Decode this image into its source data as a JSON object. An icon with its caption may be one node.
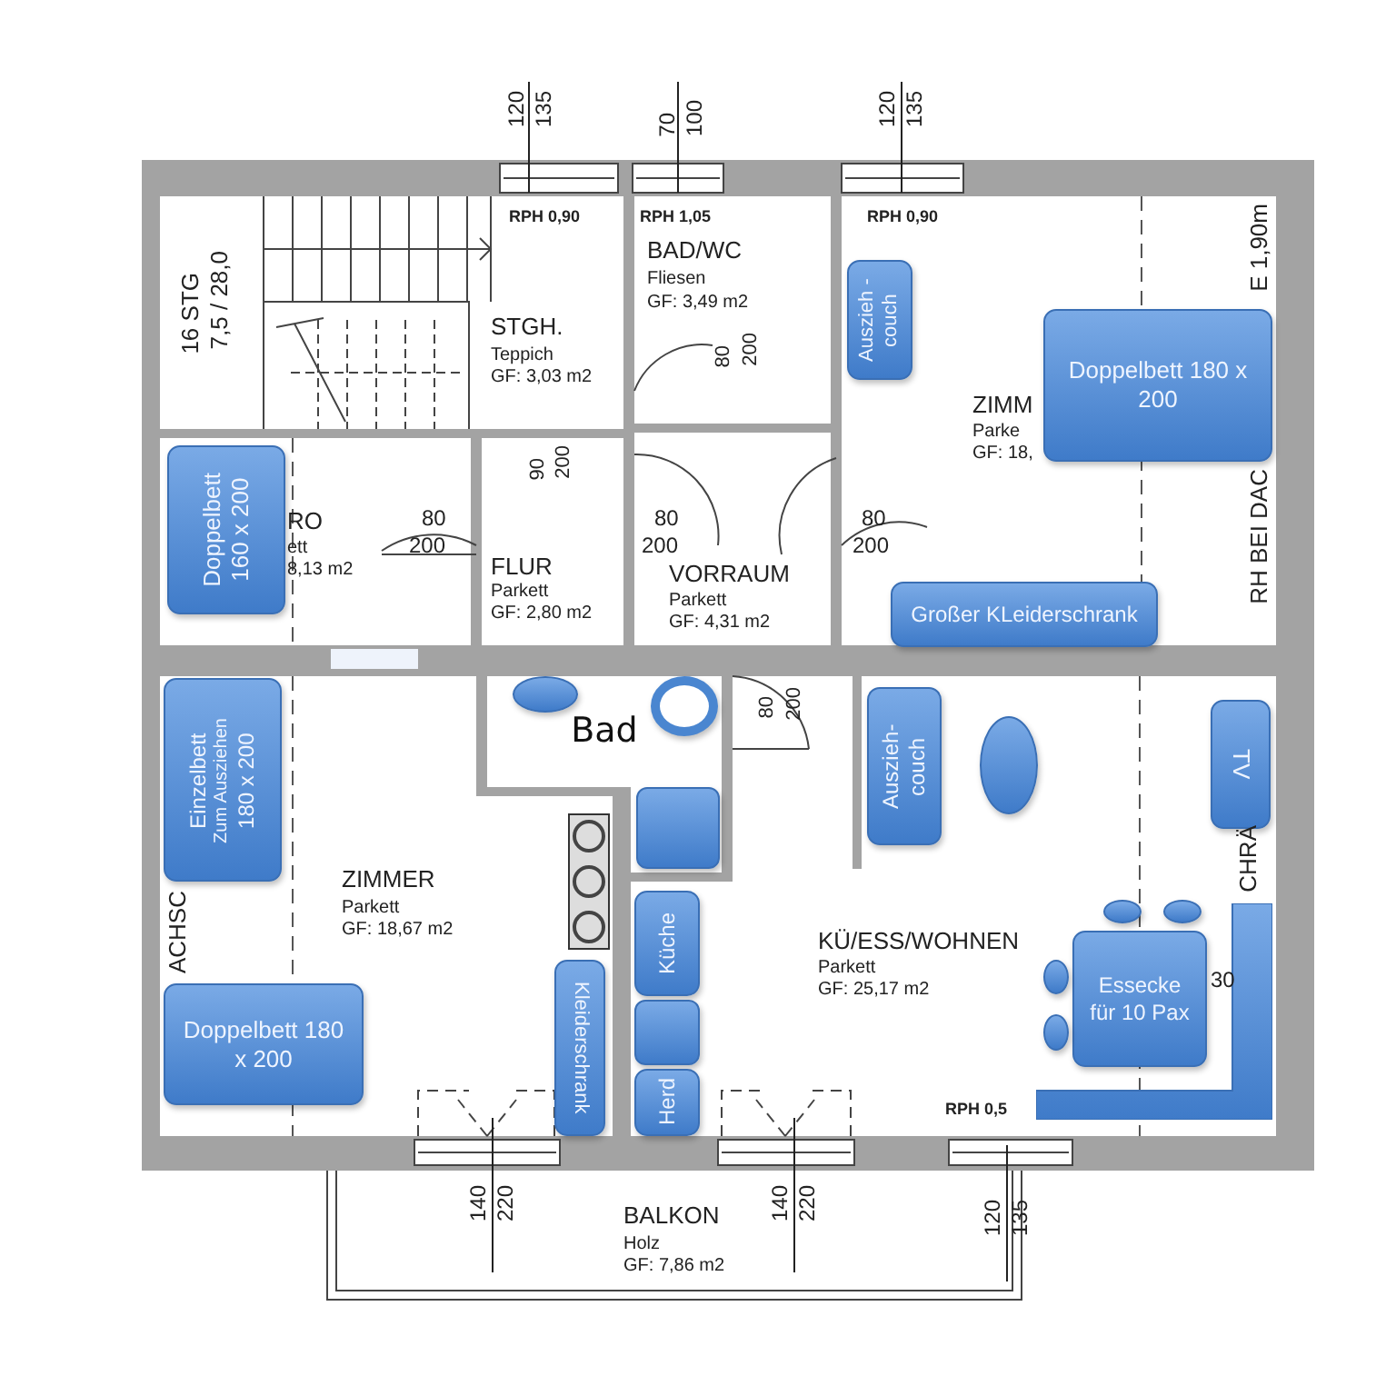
{
  "diagram": {
    "nodes": [
      {
        "text": [
          "Doppelbett",
          "160 x 200"
        ]
      },
      {
        "text": [
          "Auszieh -couch"
        ]
      },
      {
        "text": [
          "Doppelbett 180 x 200"
        ]
      },
      {
        "text": [
          "Großer KLeiderschrank"
        ]
      },
      {
        "text": [
          "Bad"
        ]
      },
      {
        "text": [],
        "shape": "circle",
        "in": 4
      },
      {
        "text": [],
        "shape": "circle",
        "in": 4
      },
      {
        "text": [
          "Einzelbett",
          "Zum Ausziehen",
          "180 x 200"
        ]
      },
      {
        "text": [
          "Auszieh- couch"
        ]
      },
      {
        "text": [],
        "shape": "circle"
      },
      {
        "text": [
          "TV"
        ]
      },
      {
        "text": [],
        "shape": "box"
      },
      {
        "text": [
          "Küche"
        ]
      },
      {
        "text": [],
        "shape": "circle"
      },
      {
        "text": [],
        "shape": "circle"
      },
      {
        "text": [
          "Essecke für 10 Pax"
        ]
      },
      {
        "text": [],
        "shape": "circle"
      },
      {
        "text": [],
        "shape": "circle"
      },
      {
        "text": [
          "Doppelbett 180 x 200"
        ]
      },
      {
        "text": [],
        "shape": "box"
      },
      {
        "text": [
          "Kleiderschrank"
        ]
      },
      {
        "text": [
          "Herd"
        ]
      },
      {
        "text": [],
        "shape": "box"
      }
    ],
    "labels": [
      "120",
      "135",
      "70",
      "100",
      "120",
      "135",
      "RPH 0,90",
      "RPH 1,05",
      "RPH 0,90",
      "E 1,90m",
      "16 STG",
      "7,5 / 28,0",
      "BAD/WC",
      "Fliesen",
      "GF: 3,49 m2",
      "STGH.",
      "Teppich",
      "GF: 3,03 m2",
      "80",
      "200",
      "ZIMM",
      "Parke",
      "GF: 18,",
      "90",
      "200",
      "RH BEI DAC",
      "RO",
      "ett",
      "8,13 m2",
      "80",
      "200",
      "80",
      "200",
      "80",
      "200",
      "FLUR",
      "Parkett",
      "GF: 2,80 m2",
      "VORRAUM",
      "Parkett",
      "GF: 4,31 m2",
      "80",
      "200",
      "CHRÄ",
      "ZIMMER",
      "Parkett",
      "GF: 18,67 m2",
      "ACHSC",
      "KÜ/ESS/WOHNEN",
      "Parkett",
      "GF: 25,17 m2",
      "30",
      "RPH 0,5",
      "140",
      "220",
      "140",
      "220",
      "120",
      "135",
      "BALKON",
      "Holz",
      "GF: 7,86 m2"
    ]
  }
}
